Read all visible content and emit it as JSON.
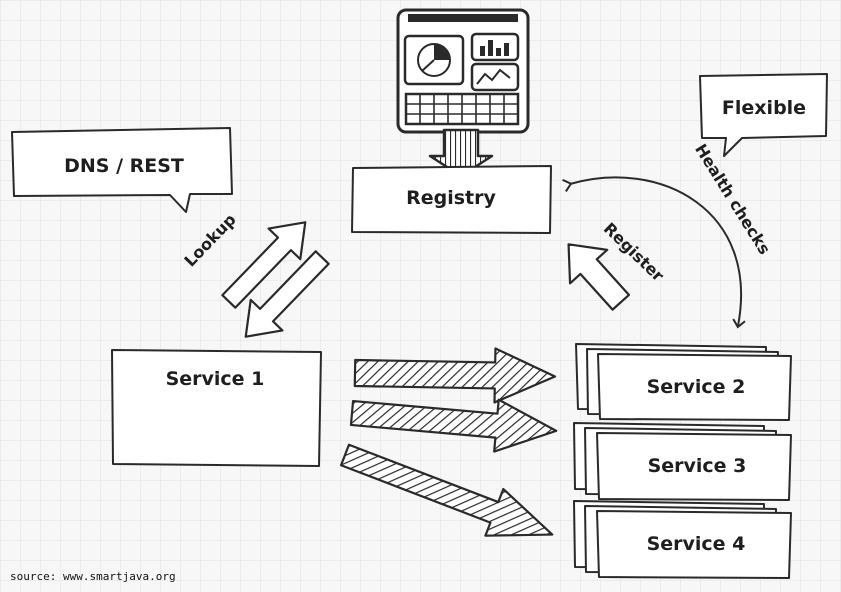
{
  "diagram": {
    "registry_label": "Registry",
    "dns_label": "DNS / REST",
    "flexible_label": "Flexible",
    "lookup_label": "Lookup",
    "register_label": "Register",
    "health_label": "Health checks",
    "services": [
      {
        "label": "Service 1"
      },
      {
        "label": "Service 2"
      },
      {
        "label": "Service 3"
      },
      {
        "label": "Service 4"
      }
    ]
  },
  "source_text": "source: www.smartjava.org"
}
